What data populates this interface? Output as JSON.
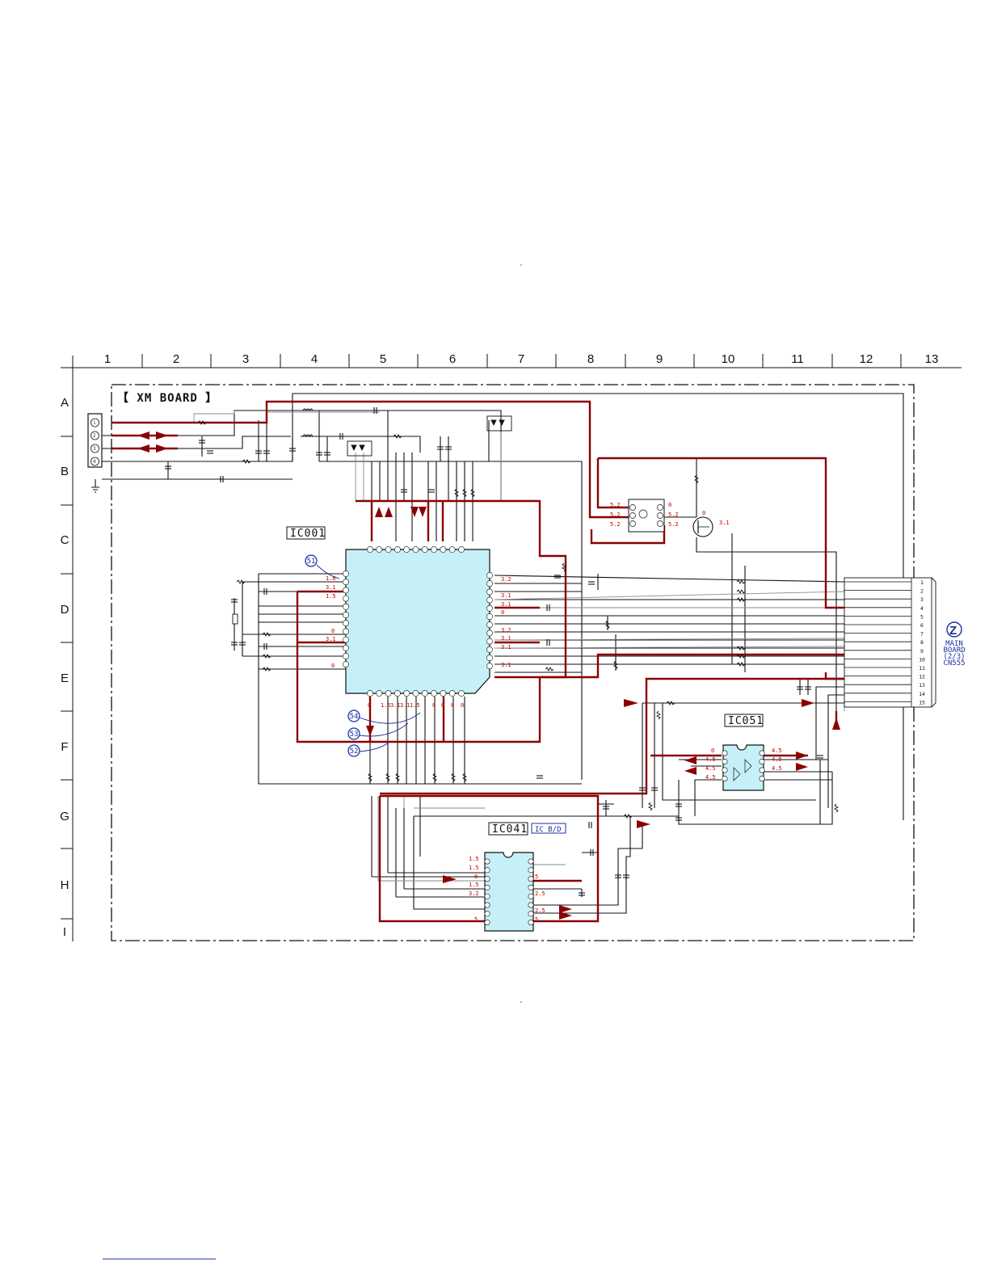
{
  "board": {
    "title": "【 XM BOARD 】"
  },
  "grid": {
    "columns": [
      "1",
      "2",
      "3",
      "4",
      "5",
      "6",
      "7",
      "8",
      "9",
      "10",
      "11",
      "12",
      "13"
    ],
    "rows": [
      "A",
      "B",
      "C",
      "D",
      "E",
      "F",
      "G",
      "H",
      "I"
    ]
  },
  "ics": {
    "ic001": "IC001",
    "ic041": "IC041",
    "ic041_tag": "IC B/D",
    "ic051": "IC051"
  },
  "markers": {
    "m51": "51",
    "m52": "52",
    "m53": "53",
    "m54": "54"
  },
  "connector": {
    "badge": "Z",
    "line1": "MAIN",
    "line2": "BOARD",
    "line3": "(2/3)",
    "line4": "CN555",
    "pins": [
      "1",
      "2",
      "3",
      "4",
      "5",
      "6",
      "7",
      "8",
      "9",
      "10",
      "11",
      "12",
      "13",
      "14",
      "15"
    ]
  },
  "input_connector": {
    "pins": [
      "1",
      "2",
      "3",
      "4"
    ]
  },
  "voltages": {
    "ic001_left": [
      "1.6",
      "3.1",
      "1.5",
      "0",
      "3.1",
      "0"
    ],
    "ic001_right": [
      "3.2",
      "3.1",
      "3.1",
      "0",
      "3.2",
      "3.1",
      "3.1",
      "3.1"
    ],
    "ic001_bottom": [
      "0",
      "1.5",
      "3.1",
      "3.1",
      "1.5",
      "0",
      "0",
      "0",
      "0"
    ],
    "reg_left": [
      "5.2",
      "5.2",
      "5.2"
    ],
    "reg_right": [
      "0",
      "5.2",
      "5.2"
    ],
    "transistor": [
      "0",
      "3.1"
    ],
    "ic041_left": [
      "1.5",
      "1.5",
      "0",
      "1.5",
      "3.2",
      "5"
    ],
    "ic041_right": [
      "5",
      "2.5",
      "2.5",
      "5"
    ],
    "ic051_left": [
      "0",
      "4.5",
      "4.5",
      "4.5"
    ],
    "ic051_right": [
      "4.5",
      "4.5",
      "4.5"
    ]
  },
  "colors": {
    "signal": "#8b0000",
    "ic_fill": "#c6f0f7",
    "wire": "#111111",
    "marker": "#1a2fa0"
  }
}
